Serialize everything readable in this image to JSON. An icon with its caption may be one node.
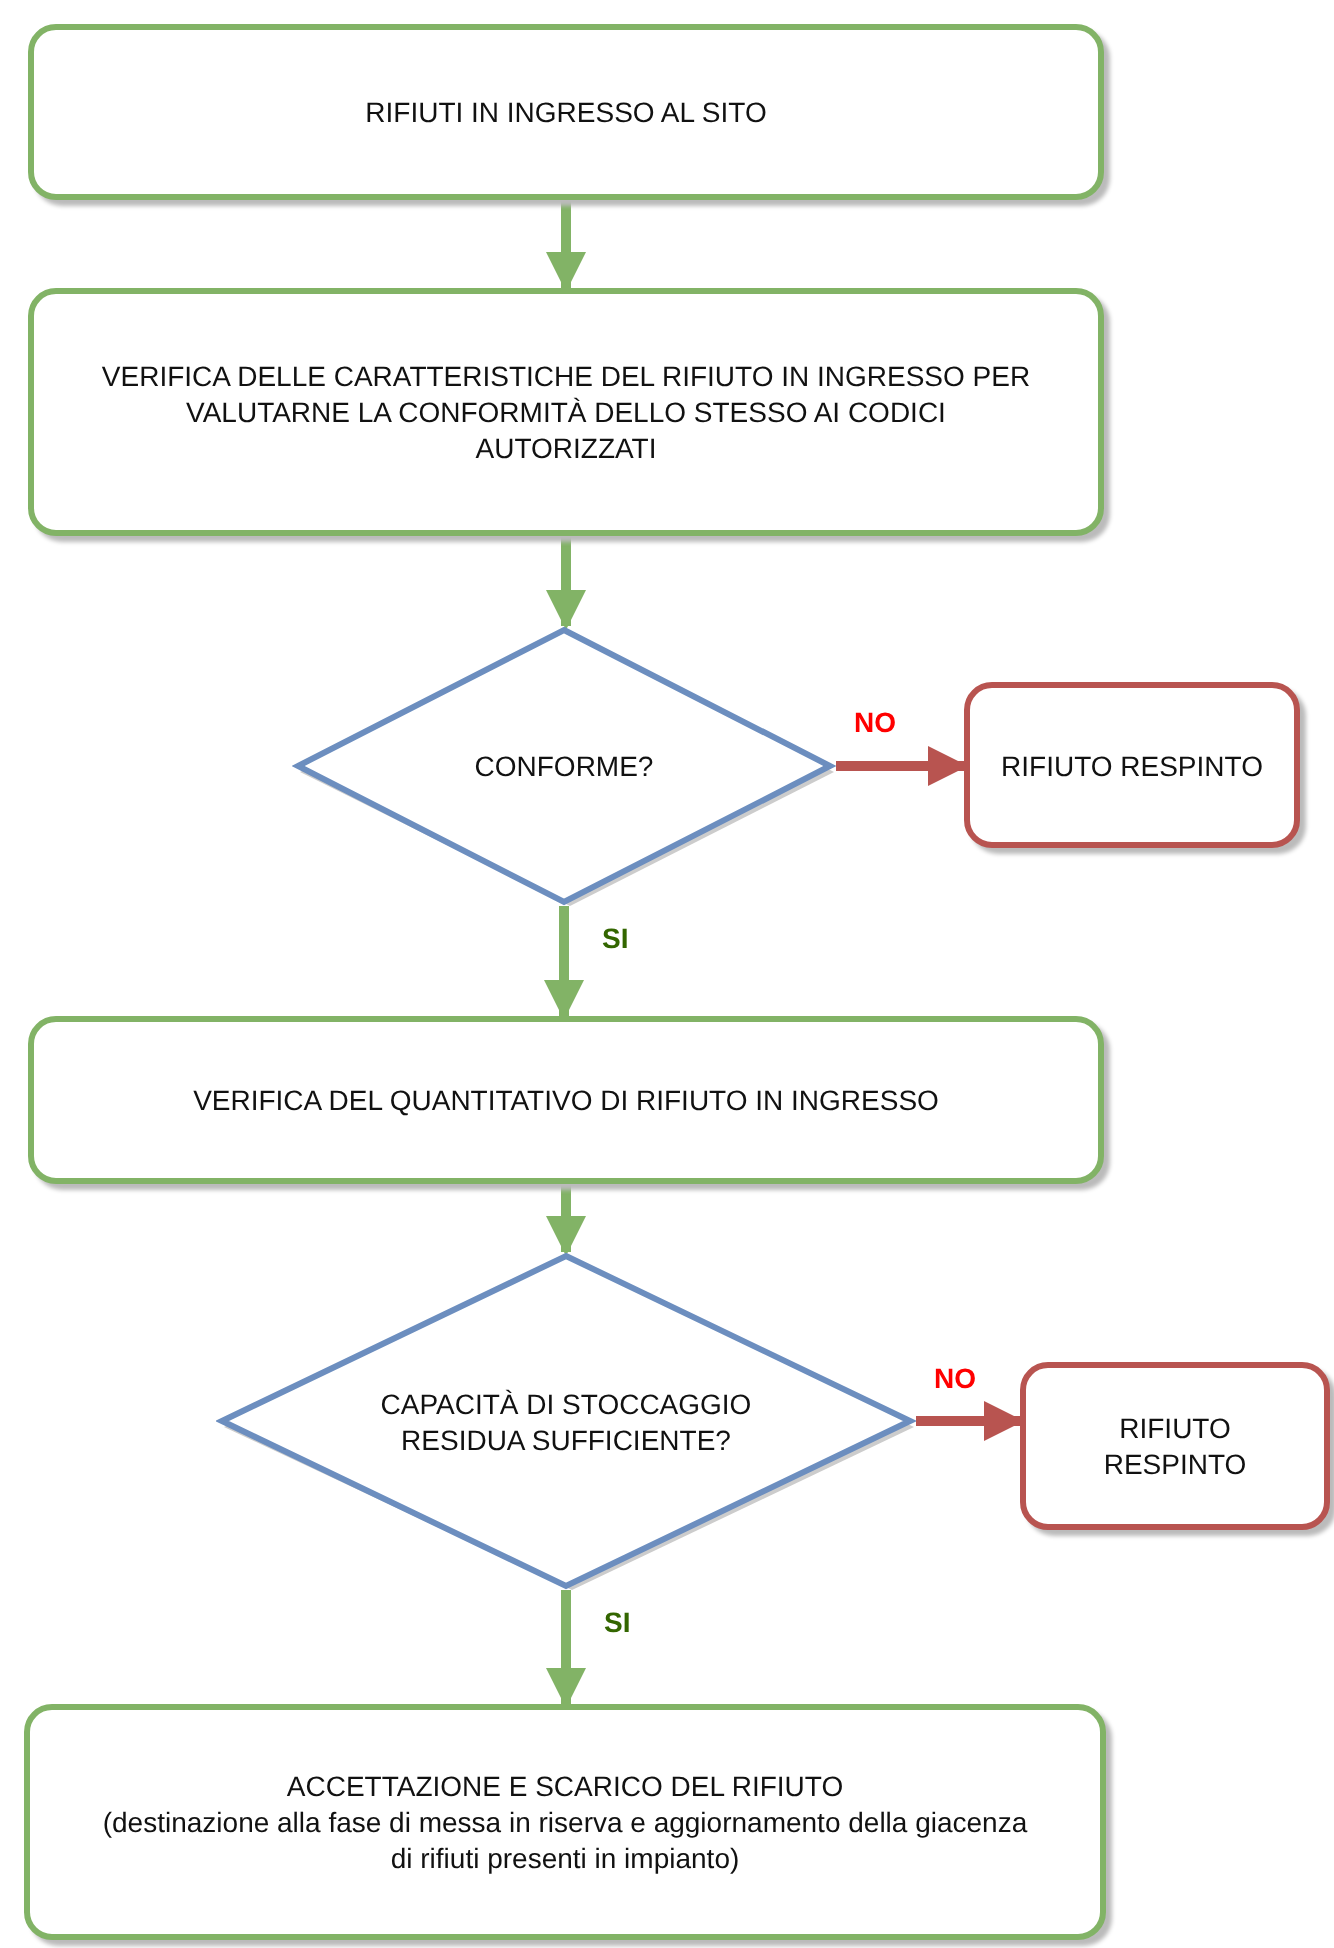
{
  "diagram": {
    "nodes": [
      {
        "text": [
          "RIFIUTI IN INGRESSO AL SITO"
        ]
      },
      {
        "text": [
          "VERIFICA DELLE CARATTERISTICHE DEL RIFIUTO IN INGRESSO PER VALUTARNE LA CONFORMITÀ DELLO STESSO AI CODICI AUTORIZZATI"
        ]
      },
      {
        "text": [
          "CONFORME?"
        ]
      },
      {
        "text": [
          "RIFIUTO RESPINTO"
        ]
      },
      {
        "text": [
          "VERIFICA DEL QUANTITATIVO DI RIFIUTO IN INGRESSO"
        ]
      },
      {
        "text": [
          "CAPACITÀ DI STOCCAGGIO RESIDUA SUFFICIENTE?"
        ]
      },
      {
        "text": [
          "RIFIUTO RESPINTO"
        ]
      },
      {
        "text": [
          "ACCETTAZIONE E SCARICO DEL RIFIUTO",
          "(destinazione alla fase di messa in riserva e aggiornamento della giacenza di rifiuti presenti in impianto)"
        ]
      }
    ],
    "edges": [
      {
        "from": 0,
        "to": 1,
        "arrow": "to"
      },
      {
        "from": 1,
        "to": 2,
        "arrow": "to"
      },
      {
        "from": 2,
        "to": 3,
        "arrow": "to",
        "label": "NO",
        "color": "#b85450"
      },
      {
        "from": 2,
        "to": 4,
        "arrow": "to",
        "label": "SI"
      },
      {
        "from": 4,
        "to": 5,
        "arrow": "to"
      },
      {
        "from": 5,
        "to": 6,
        "arrow": "to",
        "label": "NO",
        "color": "#b85450"
      },
      {
        "from": 5,
        "to": 7,
        "arrow": "to",
        "label": "SI"
      }
    ]
  }
}
